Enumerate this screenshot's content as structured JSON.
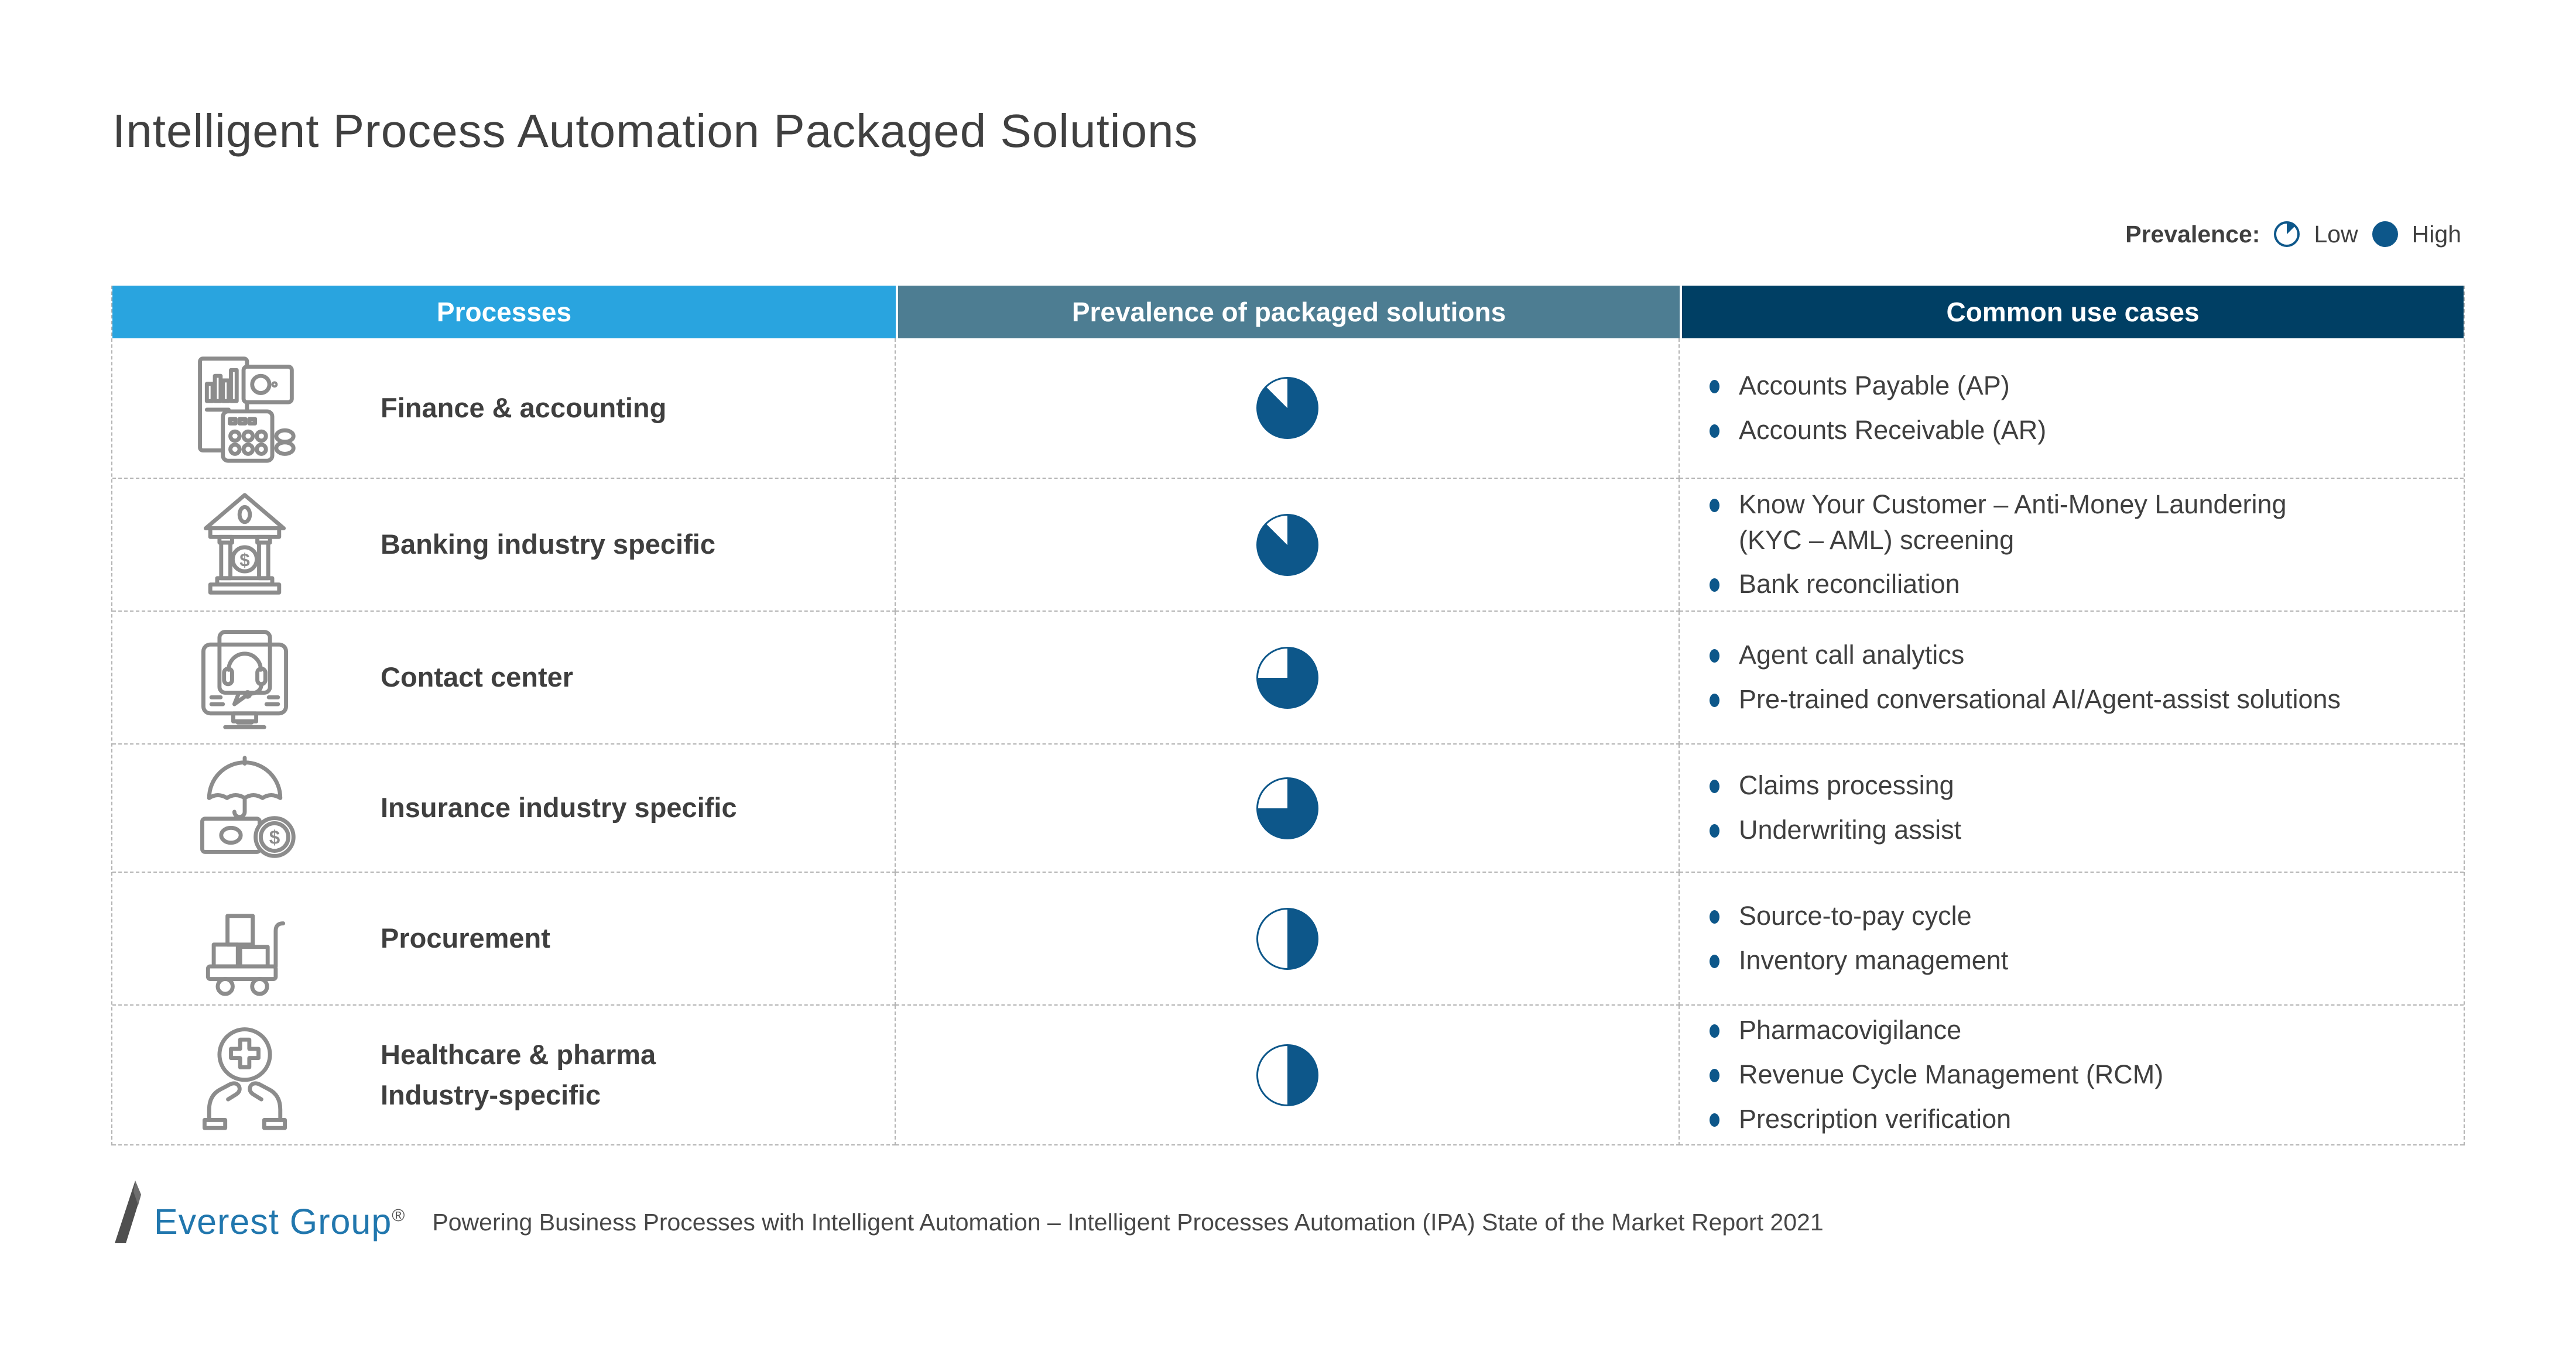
{
  "title": "Intelligent Process Automation Packaged Solutions",
  "legend": {
    "label": "Prevalence:",
    "low_label": "Low",
    "low_fill_pct": 12.5,
    "high_label": "High"
  },
  "colors": {
    "header_light_blue": "#29a4df",
    "header_slate_blue": "#4d7d92",
    "header_dark_navy": "#003f64",
    "pie_blue": "#0d578a",
    "icon_gray": "#8c8c8c",
    "text_gray": "#3f3f3f",
    "logo_blue": "#2177ae"
  },
  "table": {
    "headers": [
      "Processes",
      "Prevalence of packaged solutions",
      "Common use cases"
    ],
    "rows": [
      {
        "process": "Finance & accounting",
        "icon": "finance-accounting-icon",
        "prevalence_pct": 87.5,
        "use_cases": [
          "Accounts Payable (AP)",
          "Accounts Receivable (AR)"
        ]
      },
      {
        "process": "Banking industry specific",
        "icon": "bank-icon",
        "prevalence_pct": 87.5,
        "use_cases": [
          "Know Your Customer – Anti-Money Laundering\n(KYC – AML) screening",
          "Bank reconciliation"
        ]
      },
      {
        "process": "Contact center",
        "icon": "contact-center-icon",
        "prevalence_pct": 75,
        "use_cases": [
          "Agent call analytics",
          "Pre-trained conversational AI/Agent-assist solutions"
        ]
      },
      {
        "process": "Insurance industry specific",
        "icon": "insurance-icon",
        "prevalence_pct": 75,
        "use_cases": [
          "Claims processing",
          "Underwriting assist"
        ]
      },
      {
        "process": "Procurement",
        "icon": "procurement-icon",
        "prevalence_pct": 50,
        "use_cases": [
          "Source-to-pay cycle",
          "Inventory management"
        ]
      },
      {
        "process": "Healthcare & pharma\nIndustry-specific",
        "icon": "healthcare-icon",
        "prevalence_pct": 50,
        "use_cases": [
          "Pharmacovigilance",
          "Revenue Cycle Management (RCM)",
          "Prescription verification"
        ]
      }
    ]
  },
  "footer": {
    "logo_text": "Everest Group",
    "logo_reg": "®",
    "caption": "Powering Business Processes with Intelligent Automation – Intelligent Processes Automation (IPA) State of the Market Report 2021"
  },
  "chart_data": {
    "type": "table",
    "title": "Intelligent Process Automation Packaged Solutions",
    "columns": [
      "Processes",
      "Prevalence of packaged solutions",
      "Common use cases"
    ],
    "legend": {
      "low": "partially filled pie",
      "high": "fully filled pie"
    },
    "rows": [
      {
        "process": "Finance & accounting",
        "prevalence_fill_pct": 87.5,
        "use_cases": [
          "Accounts Payable (AP)",
          "Accounts Receivable (AR)"
        ]
      },
      {
        "process": "Banking industry specific",
        "prevalence_fill_pct": 87.5,
        "use_cases": [
          "Know Your Customer – Anti-Money Laundering (KYC – AML) screening",
          "Bank reconciliation"
        ]
      },
      {
        "process": "Contact center",
        "prevalence_fill_pct": 75,
        "use_cases": [
          "Agent call analytics",
          "Pre-trained conversational AI/Agent-assist solutions"
        ]
      },
      {
        "process": "Insurance industry specific",
        "prevalence_fill_pct": 75,
        "use_cases": [
          "Claims processing",
          "Underwriting assist"
        ]
      },
      {
        "process": "Procurement",
        "prevalence_fill_pct": 50,
        "use_cases": [
          "Source-to-pay cycle",
          "Inventory management"
        ]
      },
      {
        "process": "Healthcare & pharma Industry-specific",
        "prevalence_fill_pct": 50,
        "use_cases": [
          "Pharmacovigilance",
          "Revenue Cycle Management (RCM)",
          "Prescription verification"
        ]
      }
    ]
  }
}
